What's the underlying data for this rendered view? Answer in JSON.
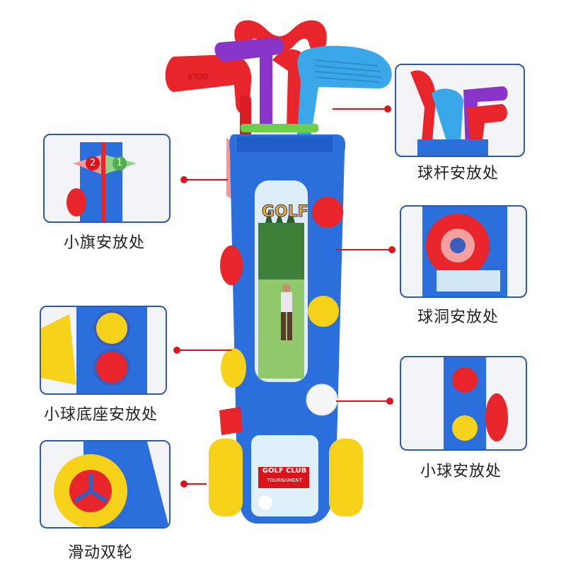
{
  "labels": {
    "club_holder": "球杆安放处",
    "flag_holder": "小旗安放处",
    "hole_holder": "球洞安放处",
    "ball_base_holder": "小球底座安放处",
    "ball_holder": "小球安放处",
    "double_wheels": "滑动双轮"
  },
  "bag_print": {
    "logo": "GOLF",
    "club_badge": "GOLF CLUB",
    "club_badge_sub": "TOURNAMENT",
    "club_head_text": "GOLF"
  },
  "flag_numbers": [
    "2",
    "1"
  ],
  "colors": {
    "bag_blue": "#2a6fdc",
    "accent_red": "#d9141c",
    "frame_border": "#2f5aa8",
    "club_red": "#e8252a",
    "club_purple": "#8a35c9",
    "club_cyan": "#3aa8e8",
    "ball_yellow": "#f6d21a"
  }
}
